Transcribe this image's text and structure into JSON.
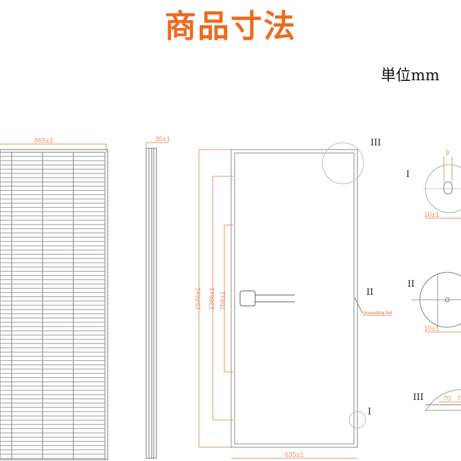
{
  "title": "商品寸法",
  "unit": "単位mm",
  "dimensions": {
    "width": "665±1",
    "thickness": "35±1",
    "length": "1546±1",
    "mount1": "1266±1",
    "mount2": "766±1",
    "frame_width": "635±1",
    "hole_dia": "9",
    "detail1_offset": "10±1",
    "detail2_offset": "10±1",
    "detail3_a": "70",
    "detail3_b": "7"
  },
  "labels": {
    "grounding": "Grounding hol",
    "detail1": "I",
    "detail2": "II",
    "detail3": "III"
  },
  "colors": {
    "accent": "#ee6a1e",
    "dimension": "#e6926a",
    "line": "#777777"
  }
}
